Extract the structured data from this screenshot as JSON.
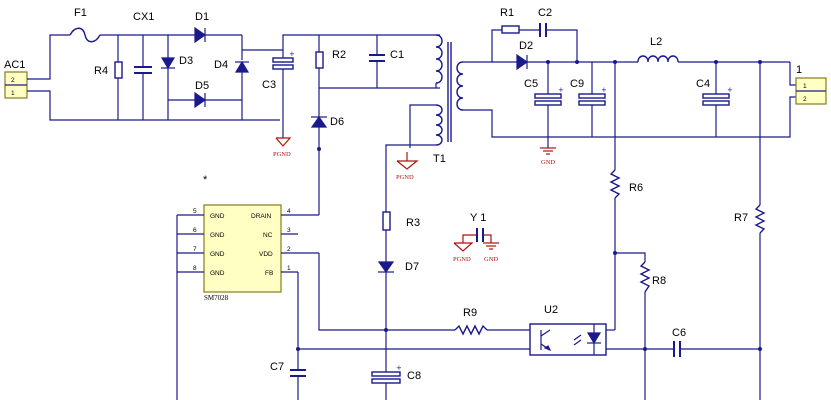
{
  "labels": {
    "F1": "F1",
    "CX1": "CX1",
    "D1": "D1",
    "D3": "D3",
    "D4": "D4",
    "D5": "D5",
    "R4": "R4",
    "C3": "C3",
    "R2": "R2",
    "C1": "C1",
    "D6": "D6",
    "R1": "R1",
    "C2": "C2",
    "D2": "D2",
    "L2": "L2",
    "C5": "C5",
    "C9": "C9",
    "C4": "C4",
    "T1": "T1",
    "R3": "R3",
    "D7": "D7",
    "Y1": "Y 1",
    "R6": "R6",
    "R7": "R7",
    "R8": "R8",
    "R9": "R9",
    "U2": "U2",
    "C6": "C6",
    "C7": "C7",
    "C8": "C8",
    "AC1": "AC1",
    "OUT": "1",
    "IC_STAR": "*"
  },
  "ic": {
    "part": "SM7028",
    "left_pins": [
      {
        "num": "5",
        "name": "GND"
      },
      {
        "num": "6",
        "name": "GND"
      },
      {
        "num": "7",
        "name": "GND"
      },
      {
        "num": "8",
        "name": "GND"
      }
    ],
    "right_pins": [
      {
        "num": "4",
        "name": "DRAIN"
      },
      {
        "num": "3",
        "name": "NC"
      },
      {
        "num": "2",
        "name": "VDD"
      },
      {
        "num": "1",
        "name": "FB"
      }
    ]
  },
  "connectors": {
    "ac1_pins": [
      "2",
      "1"
    ],
    "out_pins": [
      "1",
      "2"
    ]
  },
  "grounds": {
    "pgnd1": "PGND",
    "pgnd2": "PGND",
    "pgnd3": "PGND",
    "gnd1": "GND",
    "gnd2": "GND"
  }
}
